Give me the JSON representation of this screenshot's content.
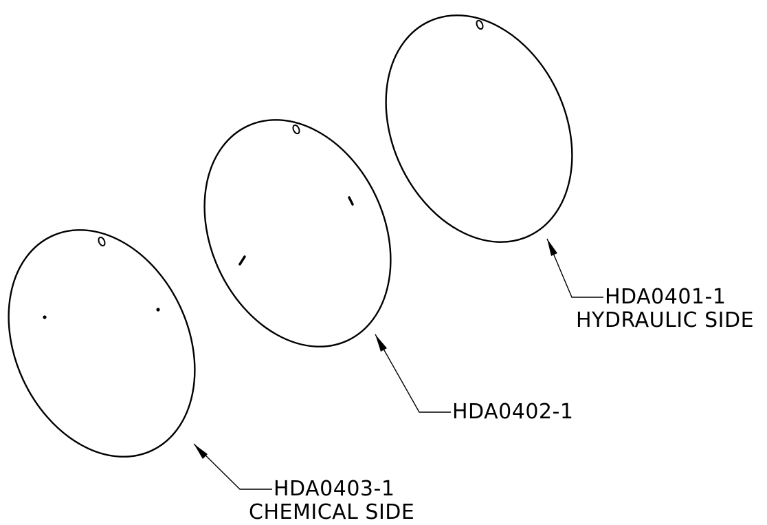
{
  "parts": [
    {
      "part_number": "HDA0401-1",
      "note": "HYDRAULIC SIDE"
    },
    {
      "part_number": "HDA0402-1",
      "note": ""
    },
    {
      "part_number": "HDA0403-1",
      "note": "CHEMICAL SIDE"
    }
  ],
  "line_color": "#000000",
  "background_color": "#ffffff"
}
